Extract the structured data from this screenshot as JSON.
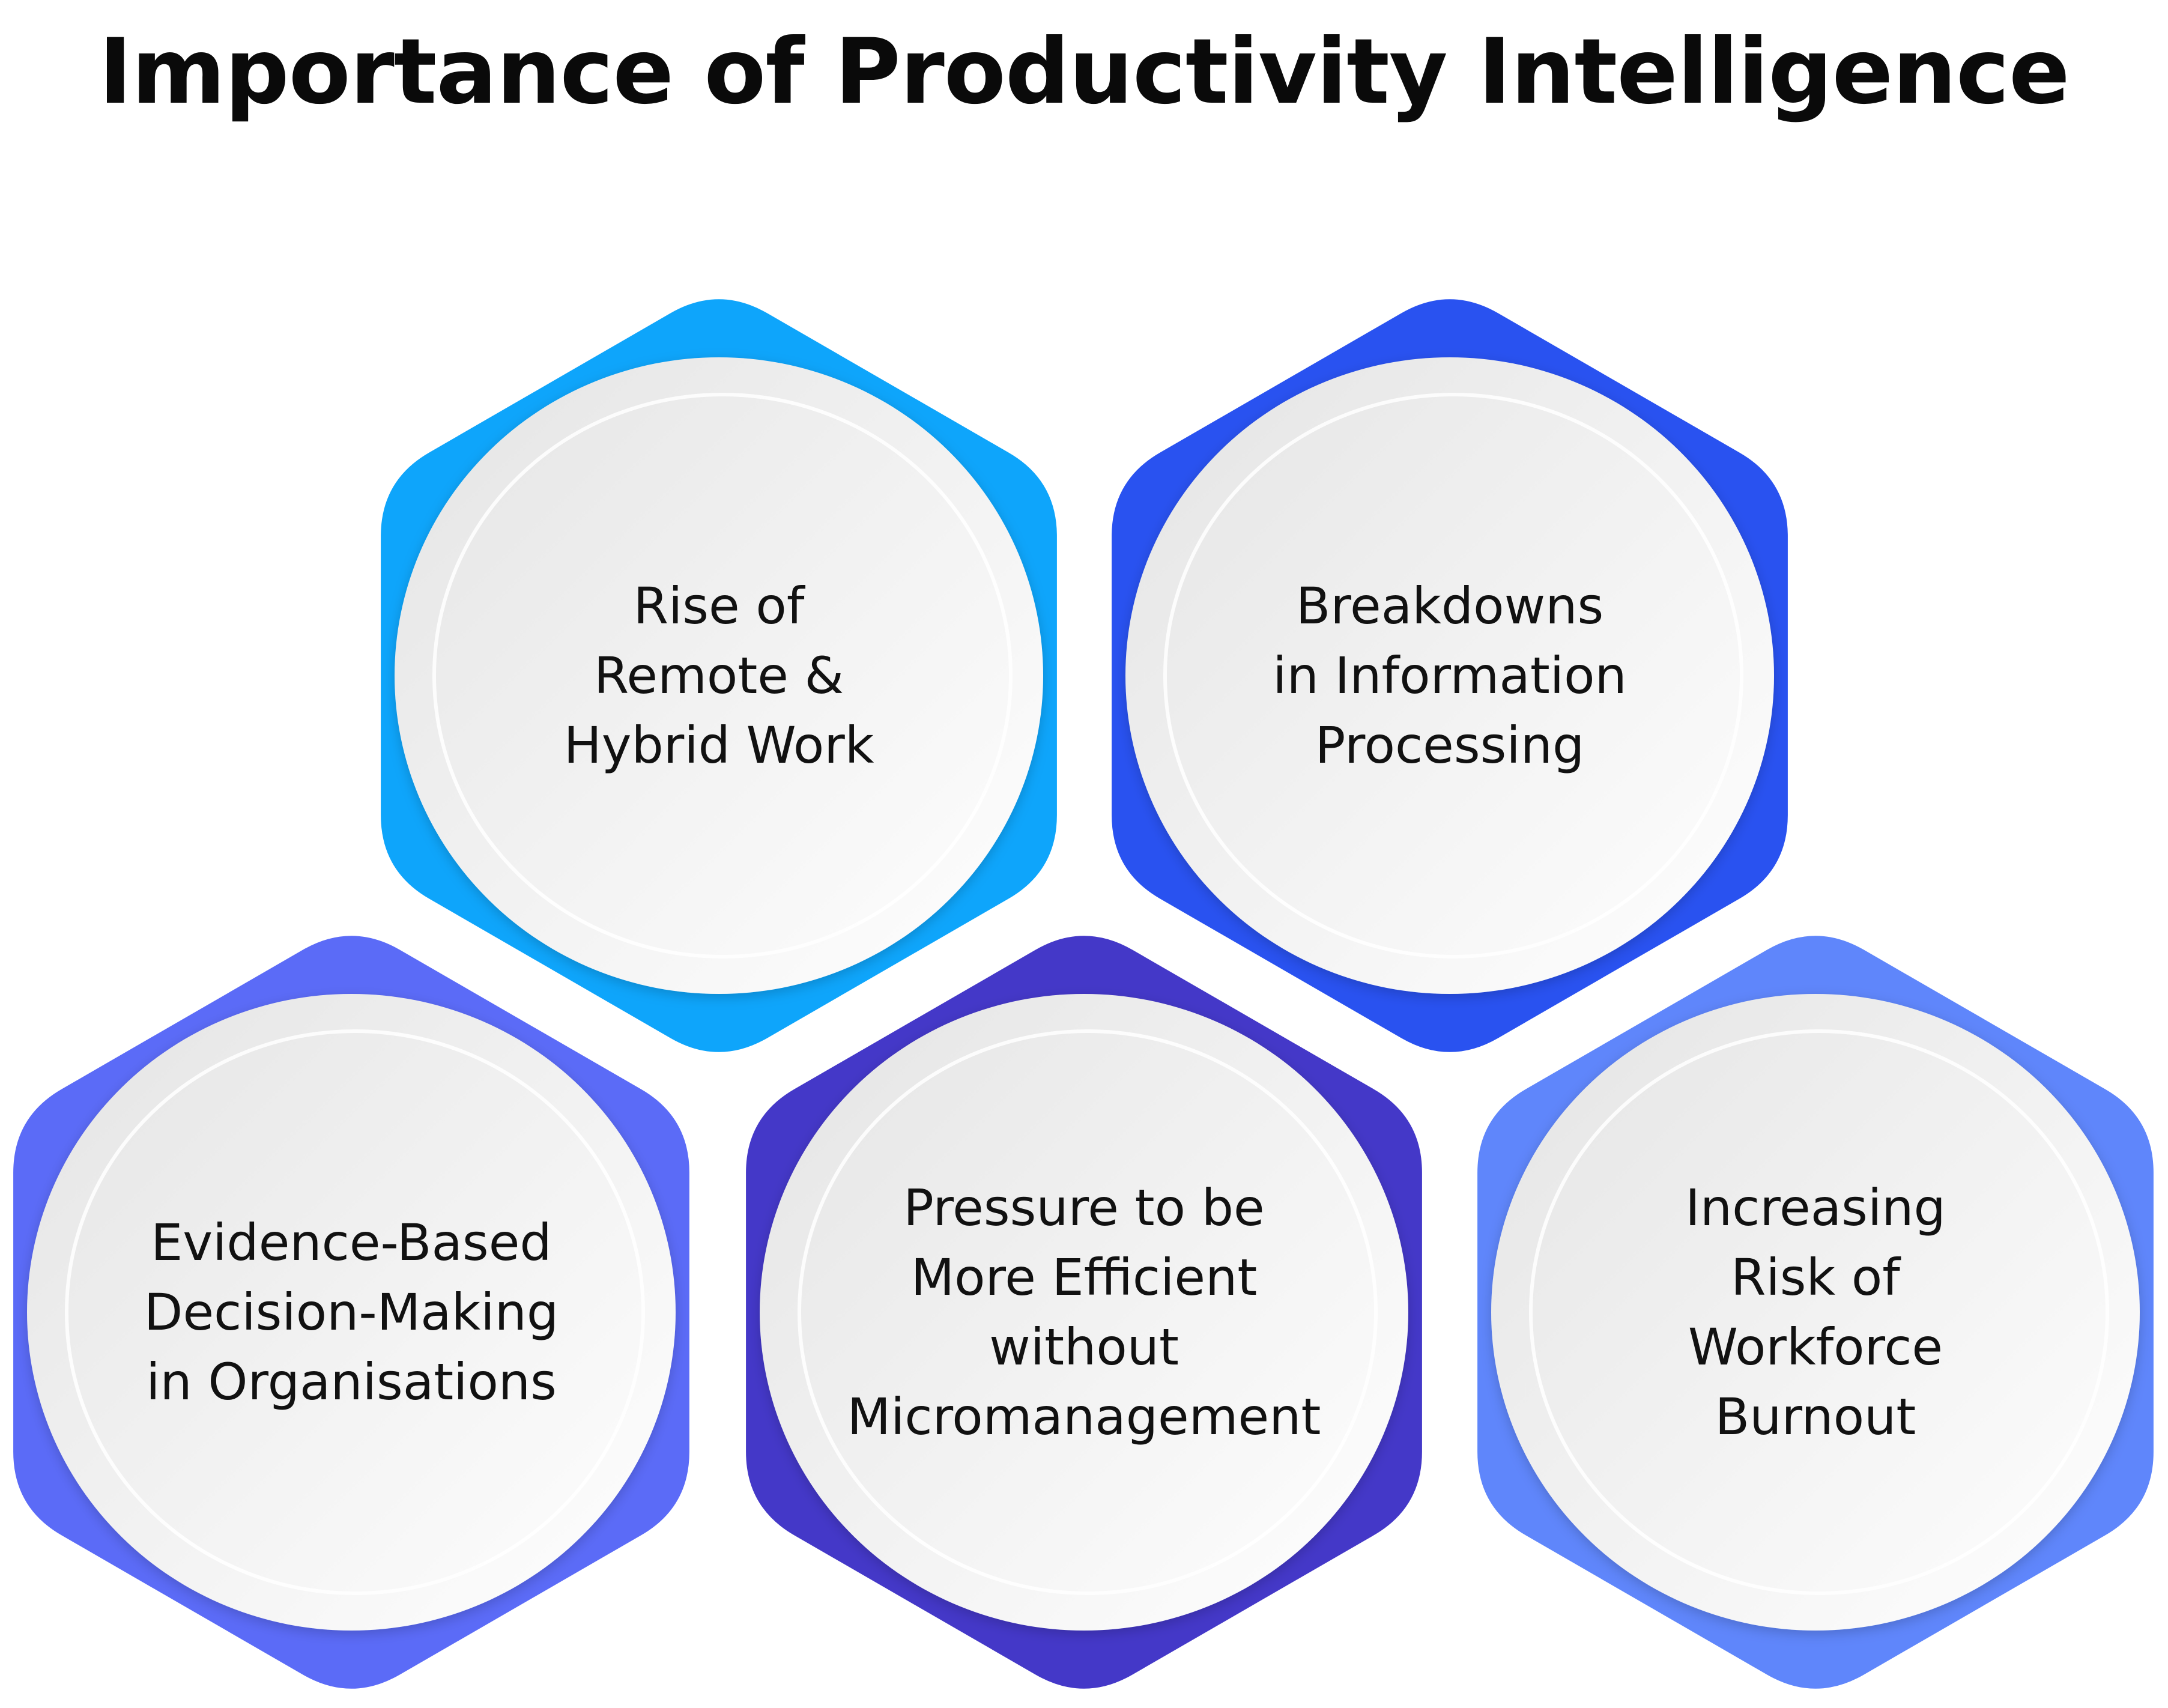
{
  "title": "Importance of Productivity Intelligence",
  "nodes": [
    {
      "id": "remote-hybrid-work",
      "label": "Rise of\nRemote &\nHybrid Work",
      "color": "#0ea5fb"
    },
    {
      "id": "information-processing",
      "label": "Breakdowns\nin Information\nProcessing",
      "color": "#2952f0"
    },
    {
      "id": "evidence-based-decisions",
      "label": "Evidence-Based\nDecision-Making\nin Organisations",
      "color": "#5b6bf7"
    },
    {
      "id": "efficiency-pressure",
      "label": "Pressure to be\nMore Efficient\nwithout\nMicromanagement",
      "color": "#4438c8"
    },
    {
      "id": "workforce-burnout",
      "label": "Increasing\nRisk of\nWorkforce\nBurnout",
      "color": "#5f86fb"
    }
  ]
}
